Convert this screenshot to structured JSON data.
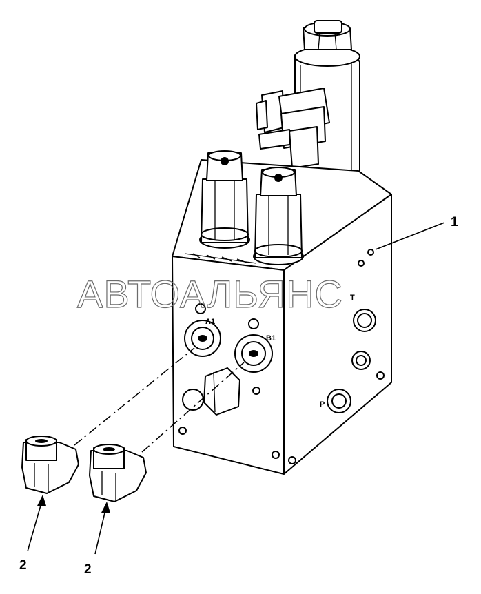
{
  "watermark": "АВТОАЛЬЯНС",
  "callouts": {
    "valve_block": "1",
    "fitting_left": "2",
    "fitting_right": "2"
  },
  "port_labels": {
    "a1": "A1",
    "b1": "B1",
    "t": "T",
    "p": "P"
  }
}
